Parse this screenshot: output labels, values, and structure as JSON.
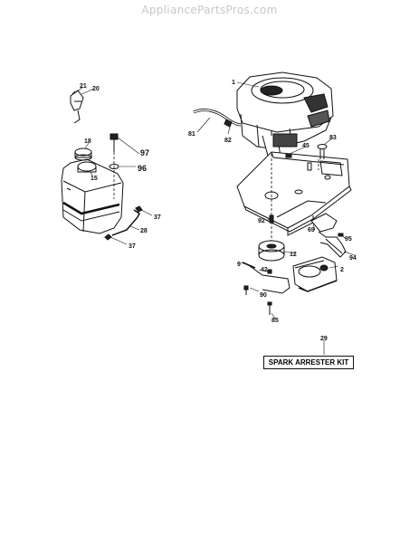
{
  "watermark": "AppliancePartsPros.com",
  "kit_label": "SPARK ARRESTER KIT",
  "callouts": [
    {
      "id": "c1",
      "text": "1"
    },
    {
      "id": "c2",
      "text": "2"
    },
    {
      "id": "c9",
      "text": "9"
    },
    {
      "id": "c12",
      "text": "12"
    },
    {
      "id": "c15",
      "text": "15"
    },
    {
      "id": "c18",
      "text": "18"
    },
    {
      "id": "c20",
      "text": "20"
    },
    {
      "id": "c21",
      "text": "21"
    },
    {
      "id": "c28",
      "text": "28"
    },
    {
      "id": "c29",
      "text": "29"
    },
    {
      "id": "c37a",
      "text": "37"
    },
    {
      "id": "c37b",
      "text": "37"
    },
    {
      "id": "c42",
      "text": "42"
    },
    {
      "id": "c45",
      "text": "45"
    },
    {
      "id": "c69",
      "text": "69"
    },
    {
      "id": "c81",
      "text": "81"
    },
    {
      "id": "c82",
      "text": "82"
    },
    {
      "id": "c83",
      "text": "83"
    },
    {
      "id": "c85",
      "text": "85"
    },
    {
      "id": "c90",
      "text": "90"
    },
    {
      "id": "c92",
      "text": "92"
    },
    {
      "id": "c94",
      "text": "94"
    },
    {
      "id": "c95",
      "text": "95"
    },
    {
      "id": "c96",
      "text": "96"
    },
    {
      "id": "c97",
      "text": "97"
    }
  ]
}
